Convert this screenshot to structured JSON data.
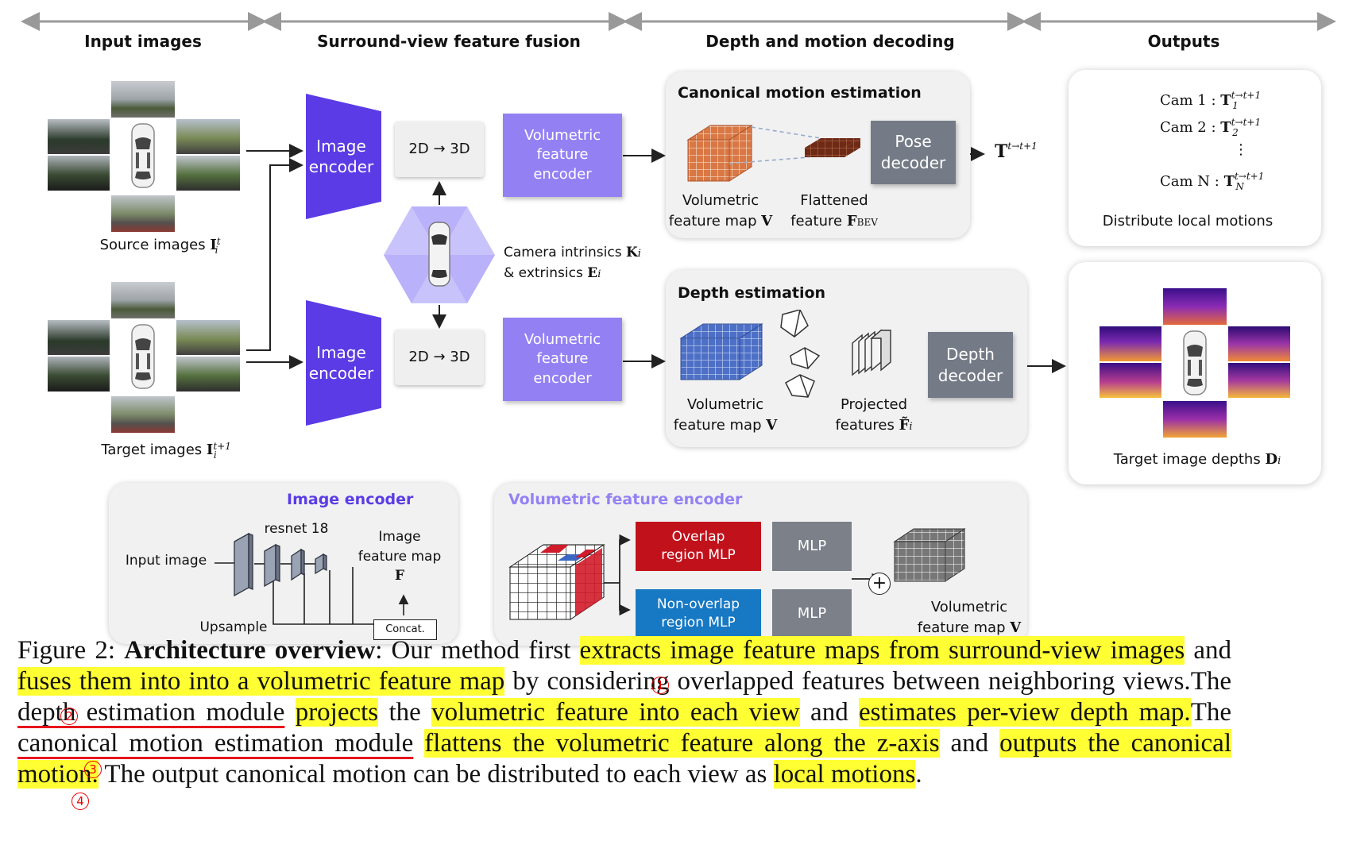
{
  "stages": [
    "Input images",
    "Surround-view feature fusion",
    "Depth and motion decoding",
    "Outputs"
  ],
  "inputs": {
    "source_label": "Source images",
    "target_label": "Target images"
  },
  "fusion": {
    "encoder_top": "Image encoder",
    "encoder_bottom": "Image encoder",
    "lift_top": "2D → 3D",
    "lift_bottom": "2D → 3D",
    "vfe_top": "Volumetric feature encoder",
    "vfe_bottom": "Volumetric feature encoder",
    "camera_intrinsics": "Camera intrinsics",
    "extrinsics": "& extrinsics"
  },
  "motion_panel": {
    "title": "Canonical motion estimation",
    "vol_label_1": "Volumetric",
    "vol_label_2": "feature map",
    "flat_label_1": "Flattened",
    "flat_label_2": "feature",
    "decoder": "Pose decoder"
  },
  "depth_panel": {
    "title": "Depth estimation",
    "vol_label_1": "Volumetric",
    "vol_label_2": "feature map",
    "proj_label_1": "Projected",
    "proj_label_2": "features",
    "decoder": "Depth decoder"
  },
  "outputs": {
    "cam1": "Cam 1 :",
    "cam2": "Cam 2 :",
    "camN": "Cam N :",
    "dots": "⋮",
    "distribute": "Distribute local motions",
    "target_depths": "Target image depths"
  },
  "image_encoder_detail": {
    "title": "Image encoder",
    "input": "Input image",
    "backbone": "resnet 18",
    "fmap_1": "Image",
    "fmap_2": "feature map",
    "fmap_sym": "F",
    "upsample": "Upsample",
    "concat": "Concat."
  },
  "vfe_detail": {
    "title": "Volumetric feature encoder",
    "overlap": "Overlap region MLP",
    "nonoverlap": "Non-overlap region MLP",
    "mlp1": "MLP",
    "mlp2": "MLP",
    "plus": "+",
    "out_1": "Volumetric",
    "out_2": "feature map"
  },
  "caption": {
    "fig": "Figure 2:",
    "bold": "Architecture overview",
    "s1": ": Our method first ",
    "h1": "extracts image feature maps from surround-view images",
    "s2": " and ",
    "h2": "fuses them into into a volumetric feature map",
    "s3": " by considering overlapped features between neighboring views.",
    "s4": "The ",
    "u1": "depth estimation module",
    "s5": " ",
    "h3": "projects",
    "s6": " the ",
    "h4": "volumetric feature into each view",
    "s7": " and ",
    "h5": "estimates per-view depth map.",
    "s8": "The ",
    "u2": "canonical motion estimation module",
    "s9": " ",
    "h6": "flattens the volumetric feature along the z-axis",
    "s10": " and ",
    "h7": "outputs the canonical motion.",
    "s11": " The output canonical motion can be distributed to each view as ",
    "h8": "local motions",
    "s12": ".",
    "markers": [
      "1",
      "2",
      "3",
      "4"
    ]
  },
  "colors": {
    "encoder": "#5a3be6",
    "vfe": "#9381f4",
    "decoder": "#747b86",
    "overlap": "#c1121c",
    "nonoverlap": "#1778c3",
    "highlight": "#ffff33",
    "underline": "#e8161e"
  }
}
